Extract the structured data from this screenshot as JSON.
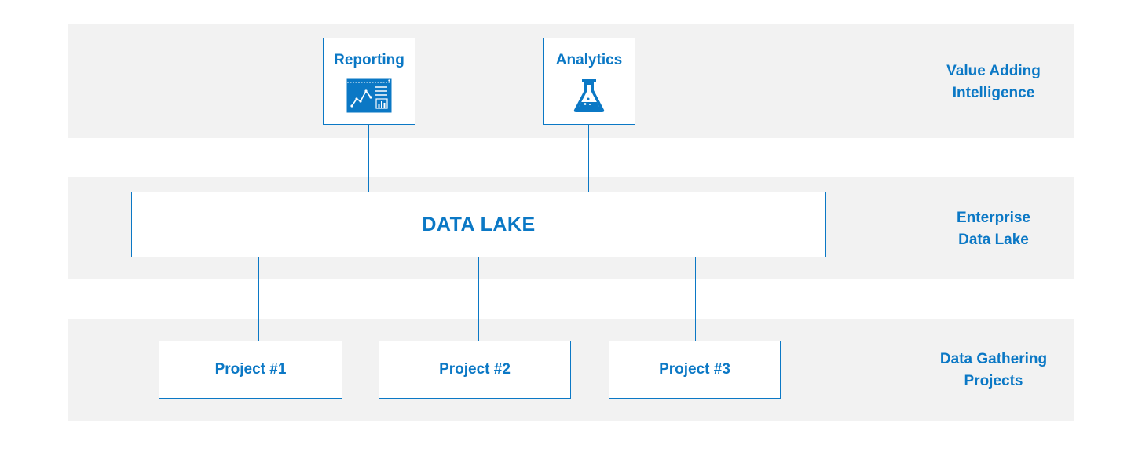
{
  "layers": {
    "top": {
      "line1": "Value Adding",
      "line2": "Intelligence"
    },
    "middle": {
      "line1": "Enterprise",
      "line2": "Data Lake"
    },
    "bottom": {
      "line1": "Data Gathering",
      "line2": "Projects"
    }
  },
  "tools": [
    {
      "label": "Reporting",
      "icon": "report-dashboard-icon"
    },
    {
      "label": "Analytics",
      "icon": "lab-flask-icon"
    }
  ],
  "data_lake": {
    "label": "DATA LAKE"
  },
  "projects": [
    {
      "label": "Project #1"
    },
    {
      "label": "Project #2"
    },
    {
      "label": "Project #3"
    }
  ],
  "colors": {
    "accent": "#0b78c5",
    "band": "#f2f2f2",
    "box_fill": "#ffffff"
  }
}
